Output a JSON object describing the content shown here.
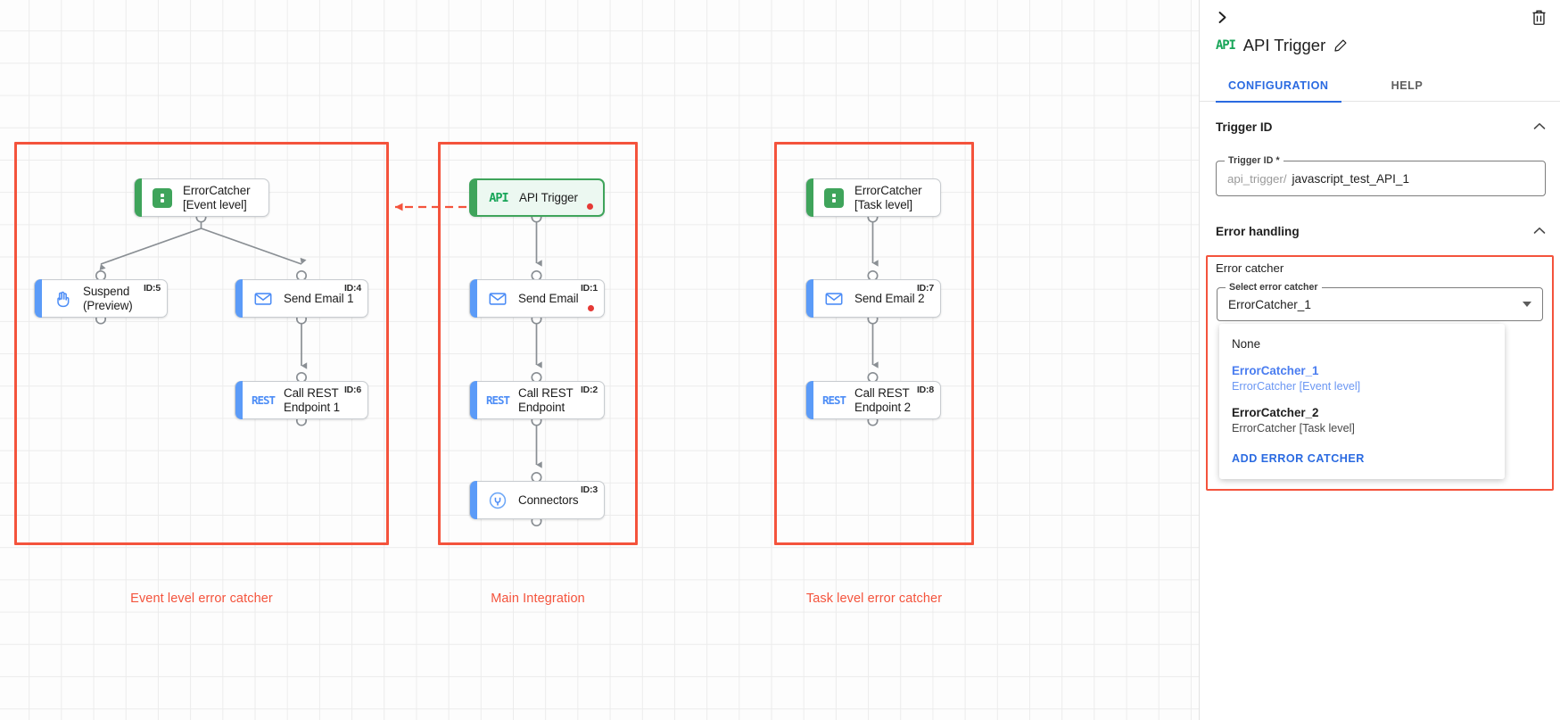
{
  "canvas": {
    "groups": [
      {
        "name": "event-level-error-catcher",
        "label": "Event level error catcher"
      },
      {
        "name": "main-integration",
        "label": "Main Integration"
      },
      {
        "name": "task-level-error-catcher",
        "label": "Task level error catcher"
      }
    ],
    "nodes": [
      {
        "key": "errorcatcher_event",
        "label": "ErrorCatcher\n[Event level]",
        "icon": "error-catcher-icon",
        "id": "",
        "dot": false
      },
      {
        "key": "suspend",
        "label": "Suspend\n(Preview)",
        "icon": "hand-icon",
        "id": "ID:5",
        "dot": false
      },
      {
        "key": "send_email_1",
        "label": "Send Email 1",
        "icon": "envelope-icon",
        "id": "ID:4",
        "dot": false
      },
      {
        "key": "call_rest_1",
        "label": "Call REST\nEndpoint 1",
        "icon": "rest-icon",
        "id": "ID:6",
        "dot": false
      },
      {
        "key": "api_trigger",
        "label": "API Trigger",
        "icon": "api-icon",
        "id": "",
        "dot": true
      },
      {
        "key": "send_email",
        "label": "Send Email",
        "icon": "envelope-icon",
        "id": "ID:1",
        "dot": true
      },
      {
        "key": "call_rest",
        "label": "Call REST\nEndpoint",
        "icon": "rest-icon",
        "id": "ID:2",
        "dot": false
      },
      {
        "key": "connectors",
        "label": "Connectors",
        "icon": "connectors-icon",
        "id": "ID:3",
        "dot": false
      },
      {
        "key": "errorcatcher_task",
        "label": "ErrorCatcher\n[Task level]",
        "icon": "error-catcher-icon",
        "id": "",
        "dot": false
      },
      {
        "key": "send_email_2",
        "label": "Send Email 2",
        "icon": "envelope-icon",
        "id": "ID:7",
        "dot": false
      },
      {
        "key": "call_rest_2",
        "label": "Call REST\nEndpoint 2",
        "icon": "rest-icon",
        "id": "ID:8",
        "dot": false
      }
    ]
  },
  "panel": {
    "collapse_icon": "chevron-right-icon",
    "delete_icon": "trash-icon",
    "badge": "API",
    "title": "API Trigger",
    "edit_icon": "pencil-icon",
    "tabs": [
      {
        "label": "CONFIGURATION",
        "active": true
      },
      {
        "label": "HELP",
        "active": false
      }
    ],
    "trigger_id_section": {
      "heading": "Trigger ID",
      "caret": "chevron-up-icon",
      "field_label": "Trigger ID *",
      "prefix": "api_trigger/",
      "value": "javascript_test_API_1"
    },
    "error_handling_section": {
      "heading": "Error handling",
      "caret": "chevron-up-icon",
      "error_catcher_label": "Error catcher",
      "select_label": "Select error catcher",
      "selected_value": "ErrorCatcher_1",
      "options": [
        {
          "l1": "None",
          "l2": "",
          "selected": false,
          "bold": false
        },
        {
          "l1": "ErrorCatcher_1",
          "l2": "ErrorCatcher [Event level]",
          "selected": true,
          "bold": false
        },
        {
          "l1": "ErrorCatcher_2",
          "l2": "ErrorCatcher [Task level]",
          "selected": false,
          "bold": true
        }
      ],
      "add_label": "ADD ERROR CATCHER"
    }
  },
  "colors": {
    "group_red": "#f4533c",
    "accent_blue": "#5b9bf8",
    "accent_green": "#3fa45b",
    "tab_blue": "#2a6ae1",
    "status_dot_red": "#e53935"
  }
}
